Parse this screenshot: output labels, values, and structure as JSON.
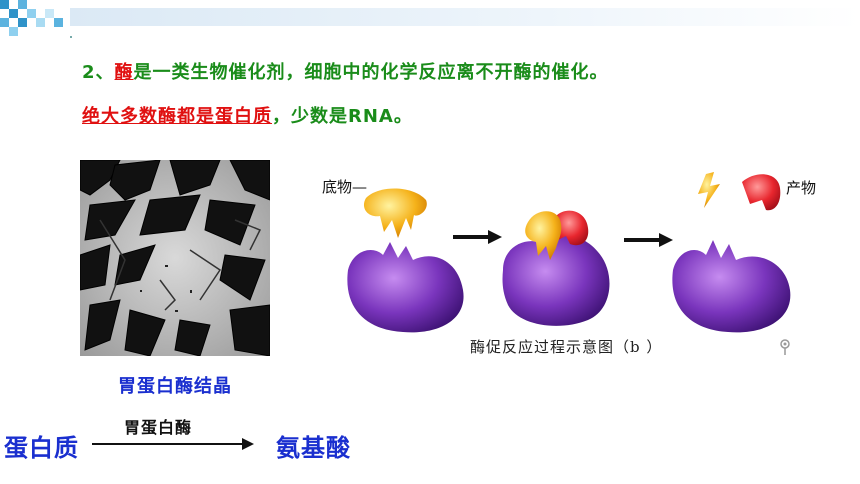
{
  "text": {
    "line1_num": "2、",
    "line1_kw": "酶",
    "line1_rest": "是一类生物催化剂，细胞中的化学反应离不开酶的催化。",
    "line2_red": "绝大多数酶都是蛋白质",
    "line2_rest": "，少数是RNA。",
    "photo_caption": "胃蛋白酶结晶",
    "substrate_label": "底物—",
    "product_label": "产物",
    "diagram_caption": "酶促反应过程示意图（b ）",
    "eq_left": "蛋白质",
    "eq_enzyme": "胃蛋白酶",
    "eq_right": "氨基酸"
  },
  "colors": {
    "green_text": "#1a8c1a",
    "red_text": "#e01010",
    "blue_text": "#1a2fcf",
    "enzyme_purple": "#6a2fa8",
    "substrate_yellow": "#f5b21a",
    "product_red": "#e8262e"
  }
}
